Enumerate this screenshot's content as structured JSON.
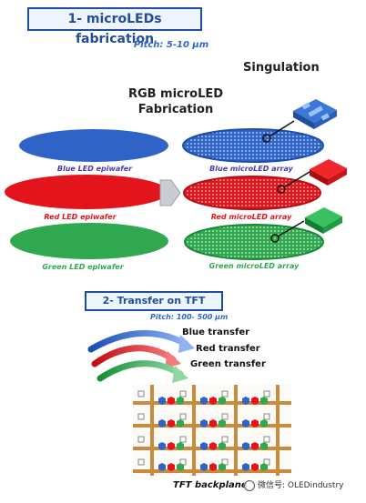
{
  "header": {
    "title": "1- microLEDs fabrication",
    "pitch": "Pitch: 5-10 µm",
    "singulation": "Singulation",
    "rgb_fabrication_line1": "RGB microLED",
    "rgb_fabrication_line2": "Fabrication"
  },
  "wafers": {
    "blue": "Blue LED epiwafer",
    "red": "Red LED epiwafer",
    "green": "Green LED epiwafer"
  },
  "arrays": {
    "blue": "Blue microLED array",
    "red": "Red microLED array",
    "green": "Green microLED array"
  },
  "transfer_section": {
    "title": "2- Transfer on TFT",
    "pitch": "Pitch: 100- 500 µm",
    "blue": "Blue transfer",
    "red": "Red transfer",
    "green": "Green transfer",
    "backplane": "TFT backplane"
  },
  "watermark": "微信号: OLEDindustry",
  "colors": {
    "blue": "#2f63c8",
    "red": "#e3141b",
    "green": "#2fa84f",
    "frame": "#1f4e9c",
    "grid": "#c98a3b",
    "gray_arrow": "#c9ccd3"
  }
}
